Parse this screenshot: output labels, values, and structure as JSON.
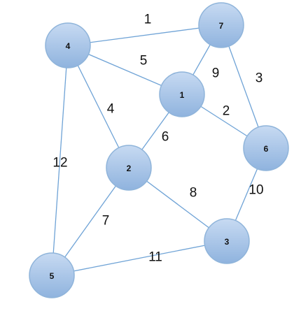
{
  "graph": {
    "node_fill_top": "#c7daf2",
    "node_fill_bottom": "#8fb3de",
    "edge_color": "#6fa3d6",
    "nodes": [
      {
        "id": "4",
        "label": "4"
      },
      {
        "id": "7",
        "label": "7"
      },
      {
        "id": "1",
        "label": "1"
      },
      {
        "id": "6",
        "label": "6"
      },
      {
        "id": "2",
        "label": "2"
      },
      {
        "id": "3",
        "label": "3"
      },
      {
        "id": "5",
        "label": "5"
      }
    ],
    "edges": [
      {
        "from": "4",
        "to": "7",
        "weight": "1"
      },
      {
        "from": "4",
        "to": "1",
        "weight": "5"
      },
      {
        "from": "7",
        "to": "1",
        "weight": "9"
      },
      {
        "from": "7",
        "to": "6",
        "weight": "3"
      },
      {
        "from": "1",
        "to": "6",
        "weight": "2"
      },
      {
        "from": "4",
        "to": "2",
        "weight": "4"
      },
      {
        "from": "1",
        "to": "2",
        "weight": "6"
      },
      {
        "from": "4",
        "to": "5",
        "weight": "12"
      },
      {
        "from": "2",
        "to": "3",
        "weight": "8"
      },
      {
        "from": "6",
        "to": "3",
        "weight": "10"
      },
      {
        "from": "2",
        "to": "5",
        "weight": "7"
      },
      {
        "from": "5",
        "to": "3",
        "weight": "11"
      }
    ]
  }
}
